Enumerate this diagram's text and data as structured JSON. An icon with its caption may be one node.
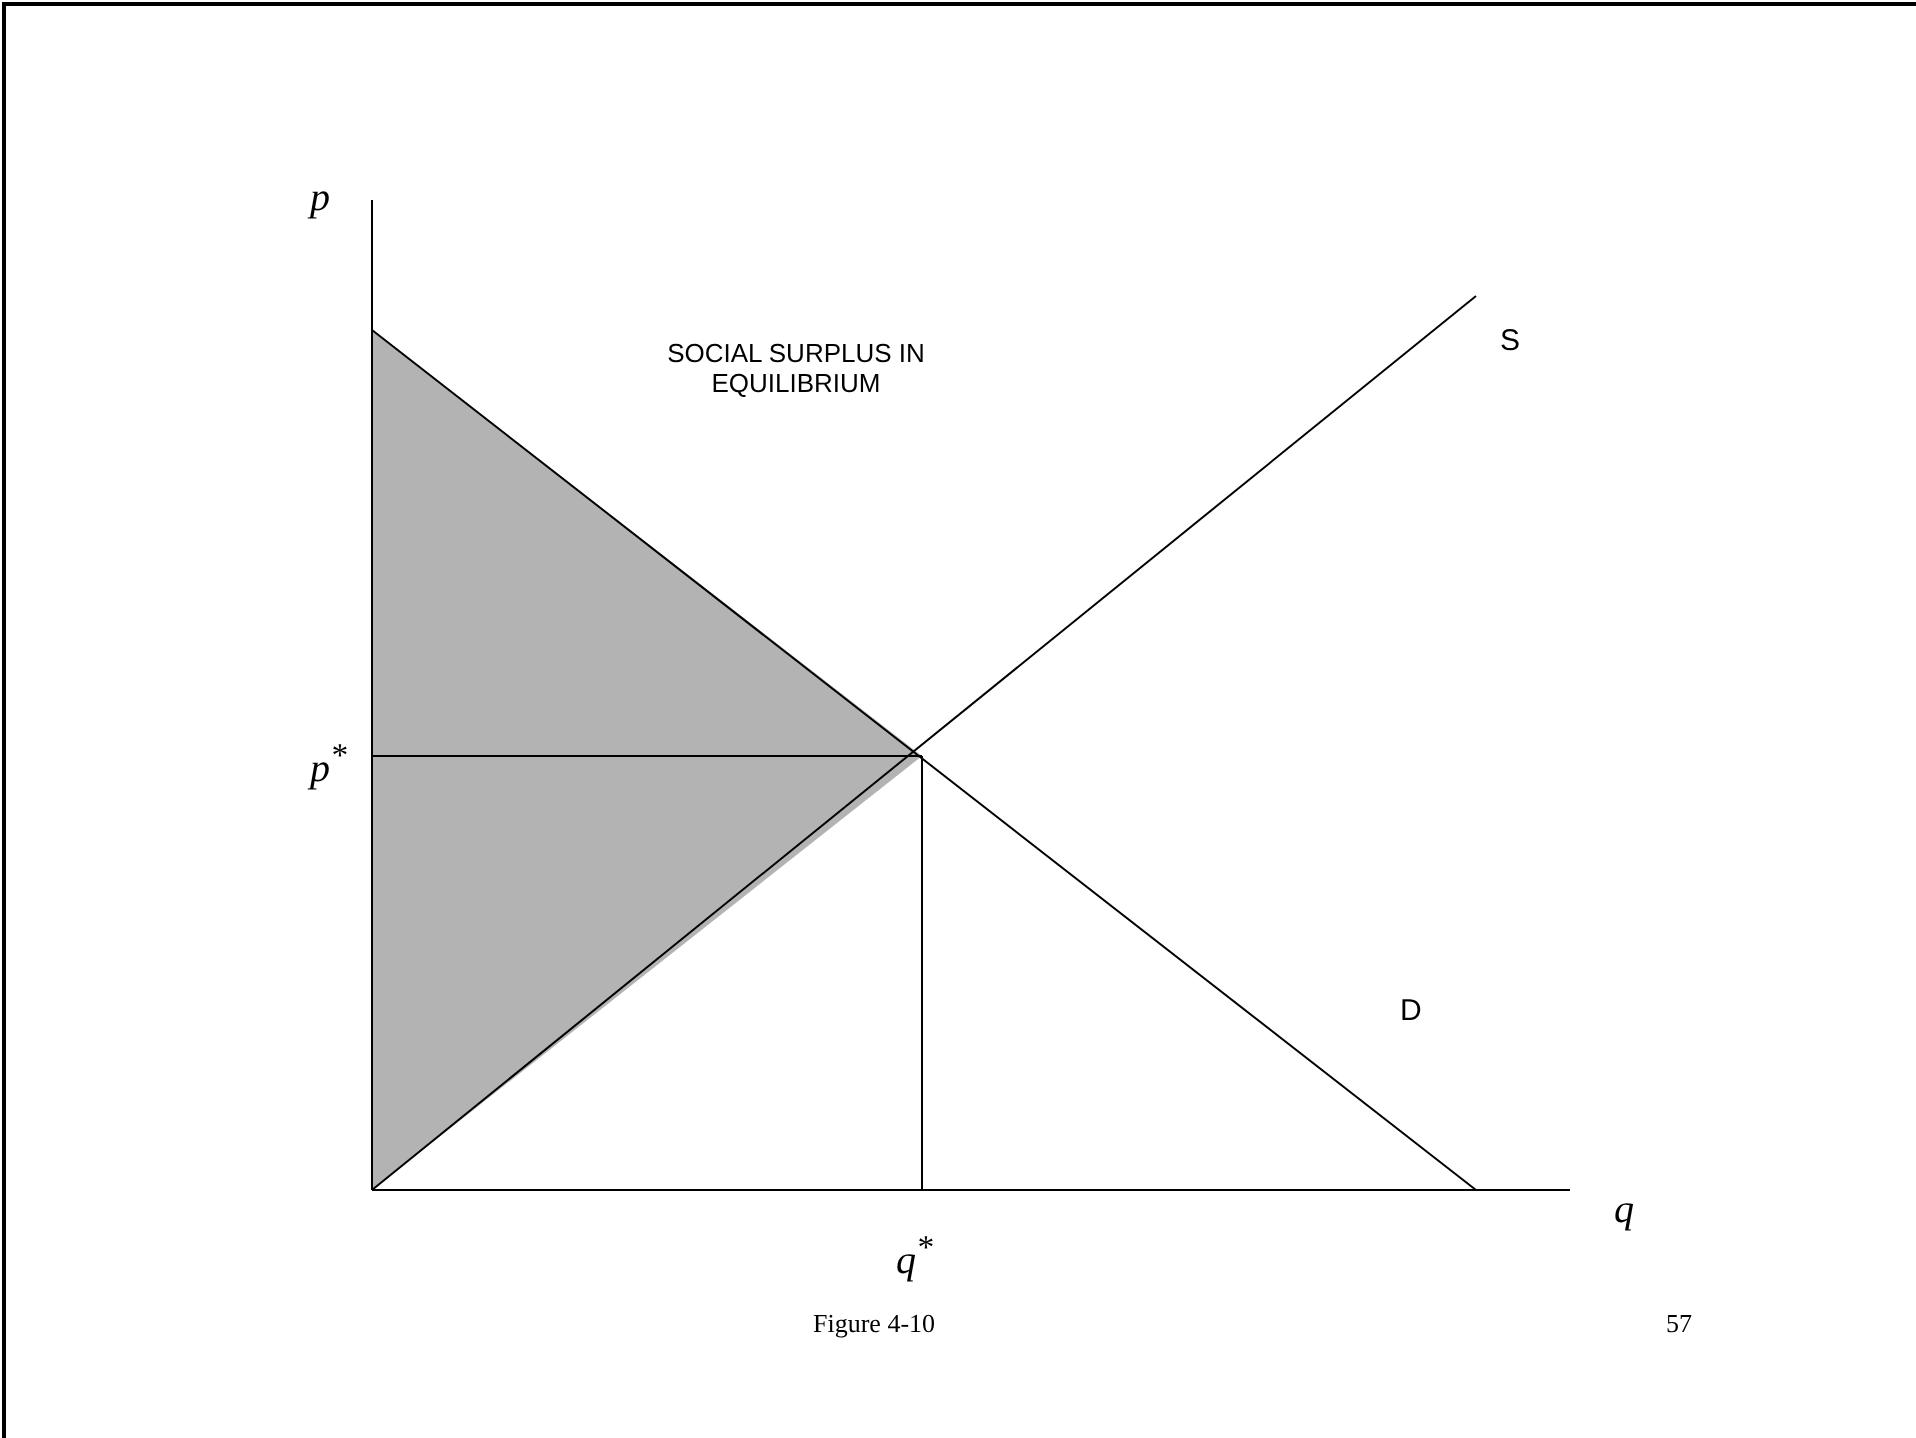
{
  "diagram": {
    "labels": [
      "p",
      "SOCIAL SURPLUS IN EQUILIBRIUM",
      "S",
      "p$^{*}$",
      "D",
      "q",
      "q$^{*}$",
      "Figure 4-10",
      "57"
    ]
  }
}
